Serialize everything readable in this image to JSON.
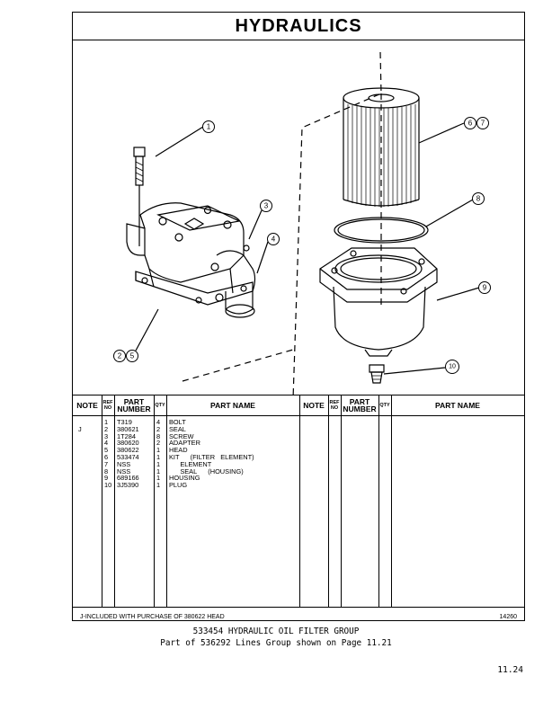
{
  "title": "HYDRAULICS",
  "callouts": [
    "1",
    "3",
    "4",
    "2",
    "5",
    "6",
    "7",
    "8",
    "9",
    "10"
  ],
  "table": {
    "headers": {
      "note": "NOTE",
      "ref_no_top": "REF",
      "ref_no_bottom": "NO",
      "part_number_top": "PART",
      "part_number_bottom": "NUMBER",
      "qty": "QTY",
      "part_name": "PART NAME"
    },
    "rows": [
      {
        "note": "",
        "ref": "1",
        "part": "T319",
        "qty": "4",
        "name": "BOLT"
      },
      {
        "note": "J",
        "ref": "2",
        "part": "380621",
        "qty": "2",
        "name": "SEAL"
      },
      {
        "note": "",
        "ref": "3",
        "part": "1T284",
        "qty": "8",
        "name": "SCREW"
      },
      {
        "note": "",
        "ref": "4",
        "part": "380620",
        "qty": "2",
        "name": "ADAPTER"
      },
      {
        "note": "",
        "ref": "5",
        "part": "380622",
        "qty": "1",
        "name": "HEAD"
      },
      {
        "note": "",
        "ref": "6",
        "part": "533474",
        "qty": "1",
        "name": "KIT      (FILTER   ELEMENT)"
      },
      {
        "note": "",
        "ref": "7",
        "part": "NSS",
        "qty": "1",
        "name": "      ELEMENT"
      },
      {
        "note": "",
        "ref": "8",
        "part": "NSS",
        "qty": "1",
        "name": "      SEAL      (HOUSING)"
      },
      {
        "note": "",
        "ref": "9",
        "part": "689166",
        "qty": "1",
        "name": "HOUSING"
      },
      {
        "note": "",
        "ref": "10",
        "part": "3J5390",
        "qty": "1",
        "name": "PLUG"
      }
    ],
    "footnote": "J-INCLUDED   WITH   PURCHASE   OF   380622   HEAD",
    "code": "14260"
  },
  "caption_line1": "533454 HYDRAULIC OIL FILTER GROUP",
  "caption_line2": "Part of 536292 Lines Group shown on Page  11.21",
  "page_number": "11.24"
}
